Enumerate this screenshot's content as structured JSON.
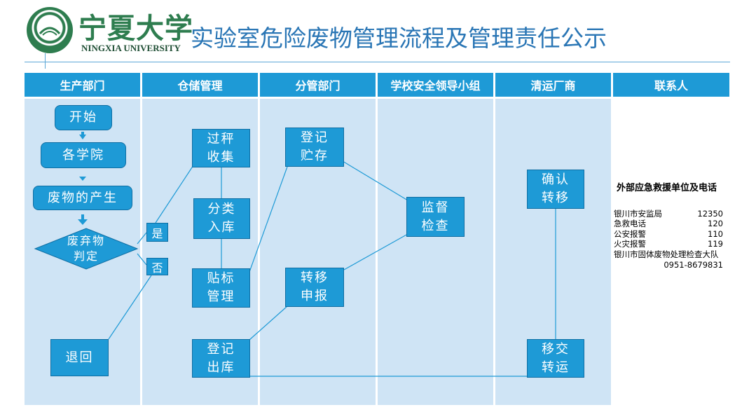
{
  "header": {
    "university_cn": "宁夏大学",
    "university_en": "NINGXIA UNIVERSITY",
    "title": "实验室危险废物管理流程及管理责任公示"
  },
  "columns": [
    "生产部门",
    "仓储管理",
    "分管部门",
    "学校安全领导小组",
    "清运厂商",
    "联系人"
  ],
  "nodes": {
    "start": "开始",
    "colleges": "各学院",
    "waste_generation": "废物的产生",
    "waste_judgement": [
      "废弃物",
      "判定"
    ],
    "yes": "是",
    "no": "否",
    "return": "退回",
    "weigh_collect": [
      "过秤",
      "收集"
    ],
    "sort_store": [
      "分类",
      "入库"
    ],
    "label_manage": [
      "贴标",
      "管理"
    ],
    "register_outbound": [
      "登记",
      "出库"
    ],
    "register_storage": [
      "登记",
      "贮存"
    ],
    "transfer_report": [
      "转移",
      "申报"
    ],
    "supervise_inspect": [
      "监督",
      "检查"
    ],
    "confirm_transfer": [
      "确认",
      "转移"
    ],
    "handover_transport": [
      "移交",
      "转运"
    ]
  },
  "contacts": {
    "title": "外部应急救援单位及电话",
    "rows": [
      {
        "name": "银川市安监局",
        "phone": "12350"
      },
      {
        "name": "急救电话",
        "phone": "120"
      },
      {
        "name": "公安报警",
        "phone": "110"
      },
      {
        "name": "火灾报警",
        "phone": "119"
      },
      {
        "name": "银川市固体废物处理检查大队",
        "phone": ""
      },
      {
        "name": "",
        "phone": "0951-8679831"
      }
    ]
  },
  "colors": {
    "header_blue": "#1e9ad6",
    "lane_bg": "#cfe4f5",
    "title_blue": "#2a76b5",
    "logo_green": "#2e7d4f"
  }
}
